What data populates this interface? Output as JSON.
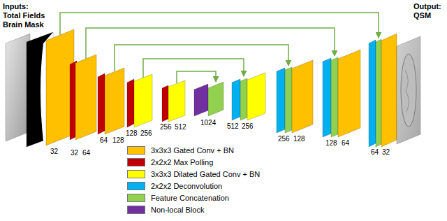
{
  "diagram": {
    "labels": [
      "Inputs: Total Fields Brain Mask",
      "Output: QSM",
      "32",
      "32",
      "64",
      "64",
      "128",
      "128",
      "256",
      "256",
      "512",
      "1024",
      "512",
      "256",
      "256",
      "128",
      "128",
      "64",
      "64",
      "32"
    ],
    "legend": [
      {
        "text": "3x3x3 Gated Conv + BN",
        "color": "#FFC000"
      },
      {
        "text": "2x2x2 Max Polling",
        "color": "#C00000"
      },
      {
        "text": "3x3x3 Dilated Gated Conv + BN",
        "color": "#FFFF00"
      },
      {
        "text": "2x2x2 Deconvolution",
        "color": "#00B0F0"
      },
      {
        "text": "Feature Concatenation",
        "color": "#92D050"
      },
      {
        "text": "Non-local Block",
        "color": "#7030A0"
      }
    ]
  }
}
